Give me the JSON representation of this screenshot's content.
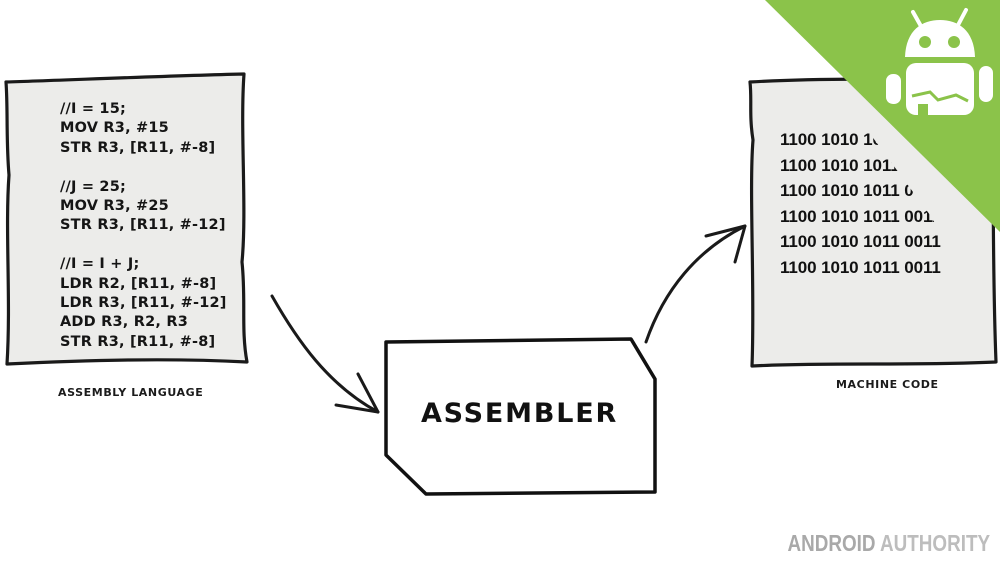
{
  "source": {
    "code_lines": [
      "//I = 15;",
      "MOV R3, #15",
      "STR R3, [R11, #-8]",
      "",
      "//J = 25;",
      "MOV R3, #25",
      "STR R3, [R11, #-12]",
      "",
      "//I = I + J;",
      "LDR R2, [R11, #-8]",
      "LDR R3, [R11, #-12]",
      "ADD R3, R2, R3",
      "STR R3, [R11, #-8]"
    ],
    "caption": "ASSEMBLY LANGUAGE"
  },
  "process": {
    "label": "ASSEMBLER"
  },
  "output": {
    "binary_lines": [
      "1100 1010 1011 0011",
      "1100 1010 1011 0011",
      "1100 1010 1011 0011",
      "1100 1010 1011 0011",
      "1100 1010 1011 0011",
      "1100 1010 1011 0011"
    ],
    "caption": "MACHINE CODE"
  },
  "watermark": {
    "part1": "ANDROID",
    "part2": "AUTHORITY"
  },
  "colors": {
    "corner_banner": "#8bc34a",
    "paper": "#ececea",
    "ink": "#1a1a1a",
    "watermark": "#a9a9a9"
  },
  "icons": {
    "corner_logo": "android-robot-icon"
  }
}
